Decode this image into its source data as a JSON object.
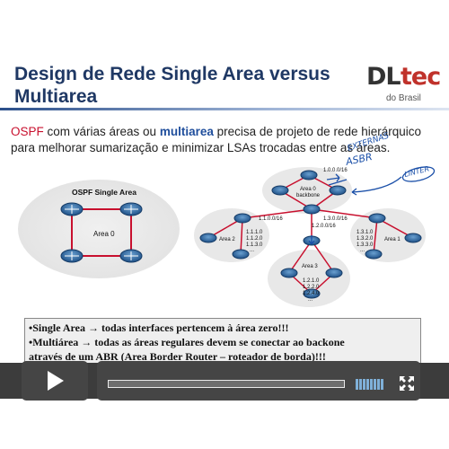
{
  "slide": {
    "title_line1": "Design de Rede Single Area versus",
    "title_line2": "Multiarea",
    "logo_dl": "DL",
    "logo_tec": "tec",
    "logo_sub": "do Brasil",
    "intro_red": "OSPF",
    "intro_1": " com várias áreas ou ",
    "intro_blue": "multiarea",
    "intro_2": " precisa de projeto de rede hierárquico para melhorar sumarização e minimizar LSAs trocadas entre as áreas."
  },
  "single_area": {
    "label": "OSPF Single Area",
    "area_label": "Area 0"
  },
  "multi_area": {
    "area0": "Area 0",
    "area0_sub": "backbone",
    "area2": "Area 2",
    "area3": "Area 3",
    "area1": "Area 1",
    "net_top": "1.0.0.0/16",
    "net_left": "1.1.0.0/16",
    "net_mid": "1.2.0.0/16",
    "net_right": "1.3.0.0/16",
    "area2_nets": [
      "1.1.1.0",
      "1.1.2.0",
      "1.1.3.0",
      "..."
    ],
    "area3_nets": [
      "1.2.1.0",
      "1.2.2.0",
      "1.2.4.0",
      "..."
    ],
    "area1_nets": [
      "1.3.1.0",
      "1.3.2.0",
      "1.3.3.0",
      "..."
    ]
  },
  "handwriting": {
    "externas": "EXTERNAS",
    "asbr": "ASBR",
    "linter": "LINTER"
  },
  "bullets": [
    "•Single Area → todas interfaces pertencem à área zero!!!",
    "•Multiárea → todas as áreas regulares devem se conectar ao backone",
    "através de um ABR (Area Border Router – roteador de borda)!!!"
  ],
  "player": {
    "progress": 0.0,
    "volume_bars": 8,
    "play_icon": "play-icon",
    "fullscreen_icon": "fullscreen-icon"
  },
  "colors": {
    "title": "#1f3864",
    "accent_red": "#c8102e",
    "accent_blue": "#1f4e9c",
    "player_bg": "#3c3c3c"
  }
}
